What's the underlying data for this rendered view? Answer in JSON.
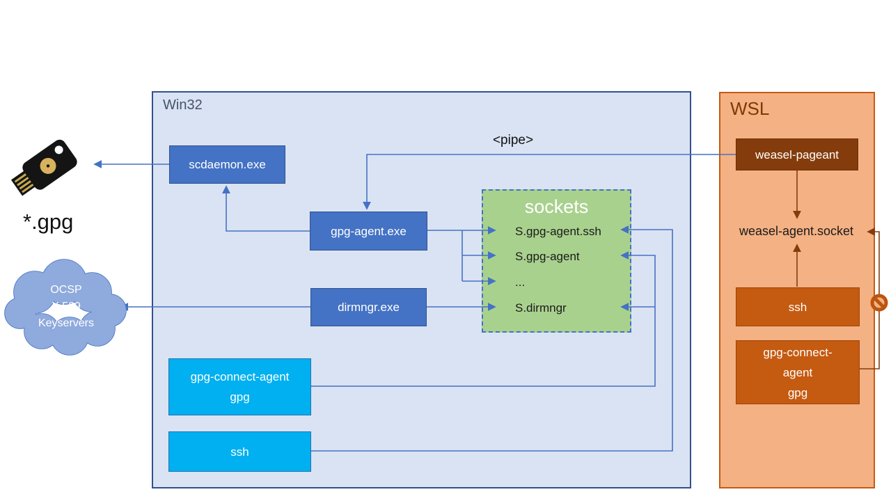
{
  "labels": {
    "pipe": "<pipe>",
    "gpg_files": "*.gpg"
  },
  "win32": {
    "label": "Win32",
    "scdaemon": "scdaemon.exe",
    "gpg_agent": "gpg-agent.exe",
    "dirmngr": "dirmngr.exe",
    "gpg_connect_line1": "gpg-connect-agent",
    "gpg_connect_line2": "gpg",
    "ssh": "ssh",
    "sockets": {
      "title": "sockets",
      "items": [
        "S.gpg-agent.ssh",
        "S.gpg-agent",
        "...",
        "S.dirmngr"
      ]
    }
  },
  "wsl": {
    "label": "WSL",
    "weasel_pageant": "weasel-pageant",
    "weasel_socket": "weasel-agent.socket",
    "ssh": "ssh",
    "gpg_connect_line1": "gpg-connect-",
    "gpg_connect_line2": "agent",
    "gpg_connect_line3": "gpg"
  },
  "cloud": {
    "line1": "OCSP",
    "line2": "X.509",
    "line3": "Keyservers"
  },
  "colors": {
    "win32_fill": "#DAE3F3",
    "win32_border": "#32508E",
    "node_blue": "#4472C4",
    "node_cyan": "#00B0F0",
    "sockets_green": "#A9D18E",
    "cloud_blue": "#8FAADC",
    "wsl_fill": "#F4B183",
    "wsl_node_orange": "#C55A11",
    "weasel_dark_brown": "#843C0C",
    "blue_connector": "#4472C4",
    "brown_connector": "#843C0C"
  }
}
